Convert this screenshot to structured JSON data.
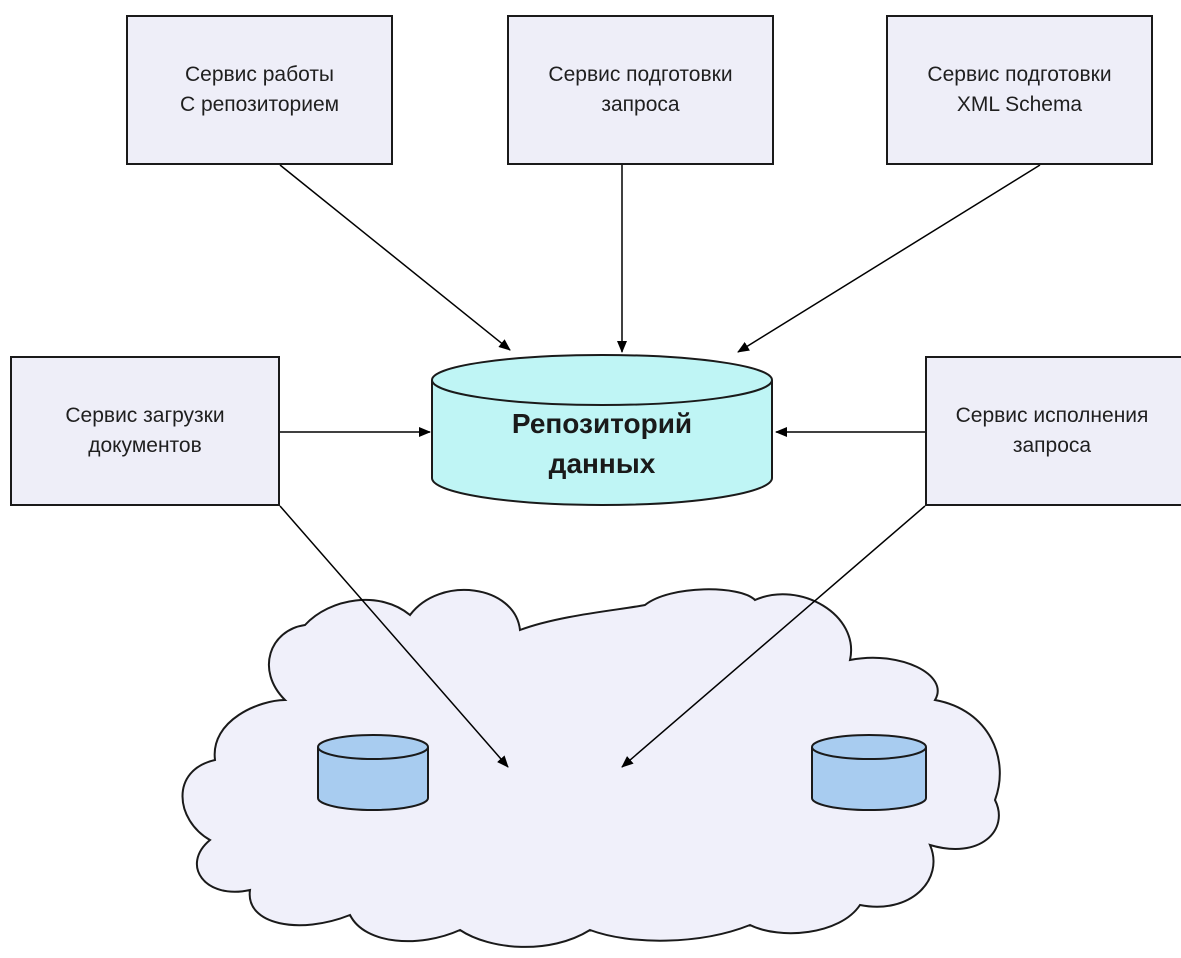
{
  "services": {
    "repository": "Сервис работы\nС репозиторием",
    "query_prep": "Сервис подготовки\nзапроса",
    "xml_schema_prep": "Сервис подготовки\nXML Schema",
    "doc_loading": "Сервис загрузки\nдокументов",
    "query_exec": "Сервис исполнения\nзапроса"
  },
  "repository": {
    "label": "Репозиторий\nданных"
  },
  "colors": {
    "box_fill": "#eeeef8",
    "repository_fill": "#bff5f5",
    "cloud_fill": "#f0f0fa",
    "small_db_fill": "#a8ccf0",
    "stroke": "#1a1a1a"
  }
}
